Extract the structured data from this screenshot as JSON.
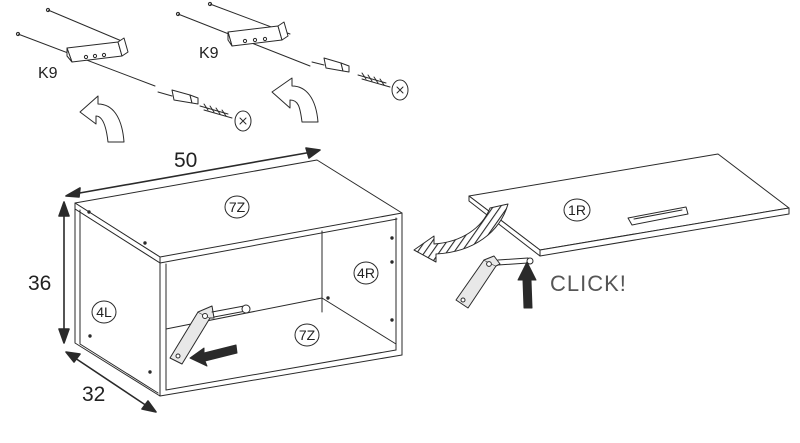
{
  "dimensions": {
    "width": "50",
    "height": "36",
    "depth": "32"
  },
  "hardware": {
    "bracket_left": "K9",
    "bracket_right": "K9"
  },
  "parts": {
    "top_panel": "7Z",
    "bottom_panel": "7Z",
    "left_side": "4L",
    "right_side": "4R",
    "door": "1R"
  },
  "click_label": "CLICK!",
  "colors": {
    "line": "#2a2a2a",
    "arrow_fill": "#ffffff",
    "rotate_arrow": "#333333",
    "hinge_fill": "#e8e8e8"
  },
  "icons": [
    "curved-arrow-icon",
    "screw-icon",
    "wall-plug-icon",
    "bracket-icon",
    "hinge-icon",
    "rotate-arrow-icon",
    "push-arrow-icon"
  ]
}
